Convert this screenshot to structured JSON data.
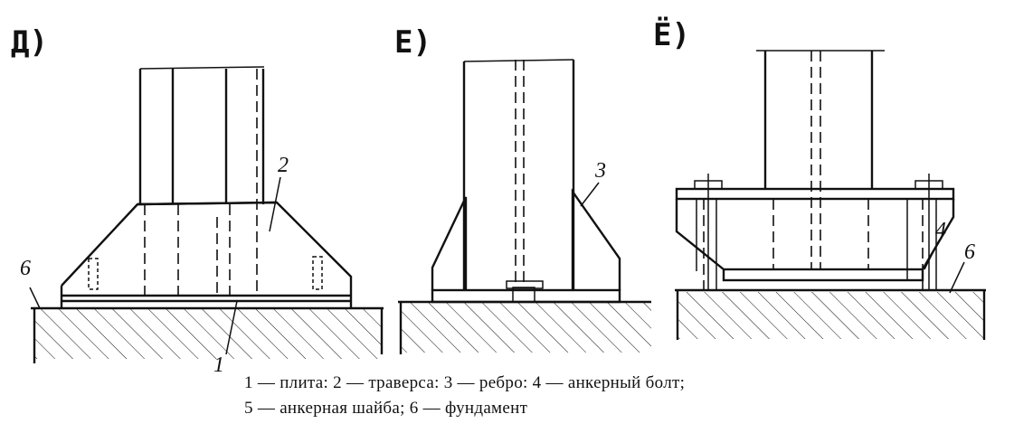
{
  "panels": [
    {
      "label": "Д)"
    },
    {
      "label": "Е)"
    },
    {
      "label": "Ё)"
    }
  ],
  "callouts": {
    "d_plate": "1",
    "d_traverse": "2",
    "d_foundation": "6",
    "e_rib": "3",
    "yo_bolt": "4",
    "yo_foundation": "6"
  },
  "legend": {
    "line1": "1 — плита:  2 — траверса:  3 — ребро:  4 — анкерный  болт;",
    "line2": "5 — анкерная  шайба;  6 — фундамент"
  }
}
